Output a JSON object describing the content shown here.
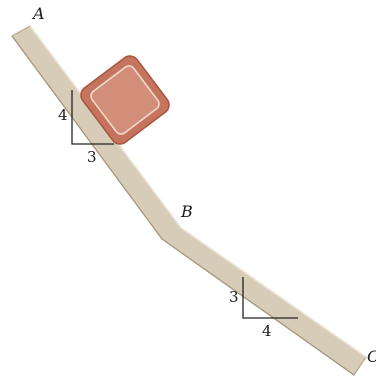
{
  "points": {
    "A": "A",
    "B": "B",
    "C": "C"
  },
  "slope_1": {
    "rise": "4",
    "run": "3"
  },
  "slope_2": {
    "rise": "3",
    "run": "4"
  },
  "colors": {
    "track_fill": "#d7ccb7",
    "track_edge": "#b6a78c",
    "track_highlight": "#ece4d4",
    "block_outer": "#c5755e",
    "block_inner": "#d38e79",
    "block_border": "#a8553f",
    "block_inner_line": "#f1d9cc",
    "triangle_line": "#222222"
  },
  "icons": {
    "block": "crate-block-shape",
    "track": "inclined-track-shape"
  }
}
